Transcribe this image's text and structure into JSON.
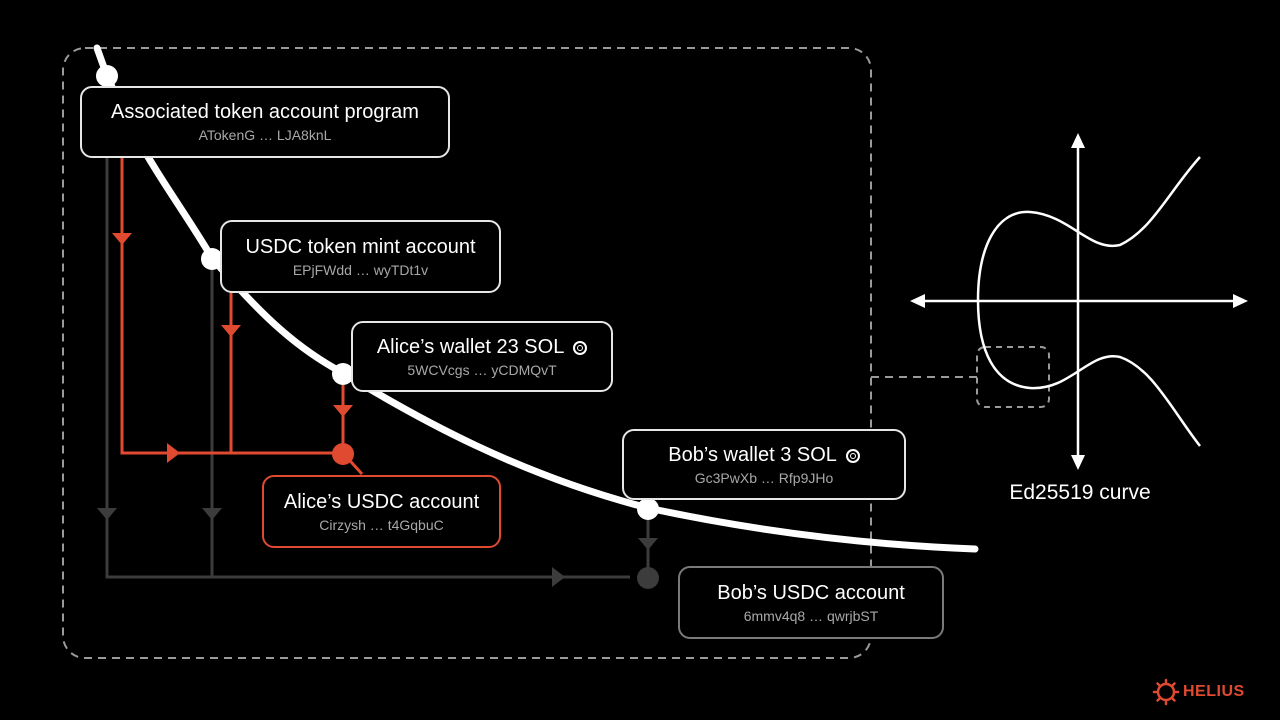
{
  "colors": {
    "background": "#000000",
    "red": "#e04a30",
    "gray": "#3c3c3c",
    "white": "#ffffff",
    "dashed": "#9a9a9a"
  },
  "nodes": {
    "ata_program": {
      "title": "Associated token account program",
      "address": "ATokenG … LJA8knL"
    },
    "usdc_mint": {
      "title": "USDC token mint account",
      "address": "EPjFWdd … wyTDt1v"
    },
    "alice_wallet": {
      "title": "Alice’s wallet 23 SOL",
      "address": "5WCVcgs … yCDMQvT",
      "icon": "coin-icon"
    },
    "bob_wallet": {
      "title": "Bob’s wallet 3 SOL",
      "address": "Gc3PwXb … Rfp9JHo",
      "icon": "coin-icon"
    },
    "alice_usdc": {
      "title": "Alice’s USDC account",
      "address": "Cirzysh … t4GqbuC"
    },
    "bob_usdc": {
      "title": "Bob’s USDC account",
      "address": "6mmv4q8 … qwrjbST"
    }
  },
  "curve": {
    "label": "Ed25519 curve"
  },
  "brand": {
    "name": "HELIUS",
    "icon": "helius-logo-icon"
  }
}
